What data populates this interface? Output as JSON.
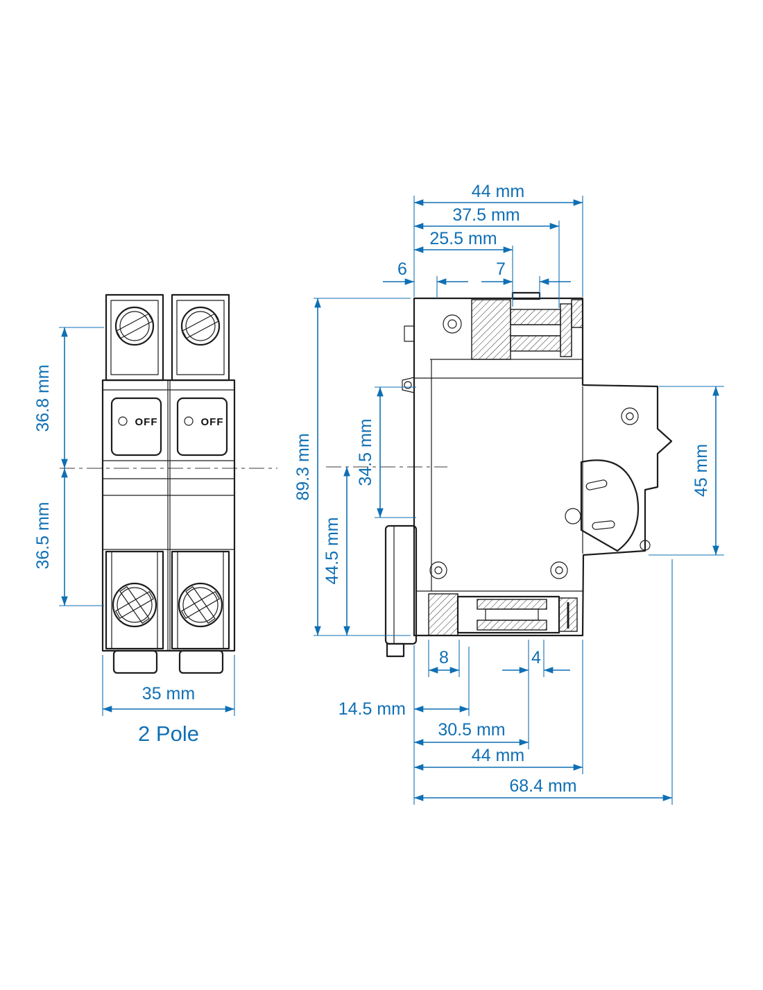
{
  "page": {
    "background": "#ffffff",
    "accent_color": "#0f6fb4",
    "line_color": "#1c1c1c"
  },
  "front_view": {
    "pole_label": "2 Pole",
    "off_label": "OFF",
    "dims": {
      "top_height": "36.8 mm",
      "bottom_height": "36.5 mm",
      "width": "35 mm"
    }
  },
  "side_view": {
    "dims": {
      "overall_width_top": "44 mm",
      "width_37_5": "37.5 mm",
      "width_25_5": "25.5 mm",
      "offset_6": "6",
      "toggle_7": "7",
      "overall_height": "89.3 mm",
      "height_34_5": "34.5 mm",
      "height_44_5": "44.5 mm",
      "din_height_45": "45 mm",
      "bottom_8": "8",
      "bottom_4": "4",
      "bottom_14_5": "14.5 mm",
      "bottom_30_5": "30.5 mm",
      "overall_width_bottom": "44 mm",
      "overall_depth": "68.4 mm"
    }
  }
}
